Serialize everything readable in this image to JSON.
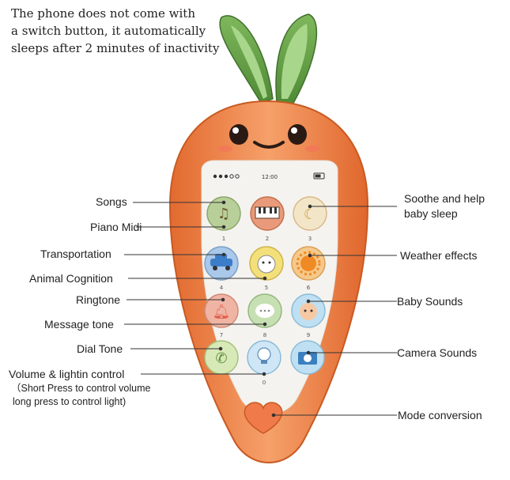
{
  "note": {
    "line1": "The phone does not come with",
    "line2": "a switch button, it automatically",
    "line3": "sleeps after 2 minutes of inactivity"
  },
  "phone": {
    "status_time": "12:00",
    "key_numbers": [
      "1",
      "2",
      "3",
      "4",
      "5",
      "6",
      "7",
      "8",
      "9",
      "0"
    ]
  },
  "labels_left": {
    "songs": "Songs",
    "piano_midi": "Piano Midi",
    "transportation": "Transportation",
    "animal_cognition": "Animal Cognition",
    "ringtone": "Ringtone",
    "message_tone": "Message tone",
    "dial_tone": "Dial Tone",
    "volume_light": "Volume & lightin control",
    "volume_sub1": "（Short Press to control volume",
    "volume_sub2": "long press to control light)"
  },
  "labels_right": {
    "soothe_line1": "Soothe and help",
    "soothe_line2": "baby sleep",
    "weather_effects": "Weather effects",
    "baby_sounds": "Baby Sounds",
    "camera_sounds": "Camera Sounds",
    "mode_conversion": "Mode conversion"
  },
  "colors": {
    "body_orange": "#f08a4b",
    "body_dark": "#d9652c",
    "leaf_green": "#6aa84f",
    "screen_bg": "#f4f2ee"
  }
}
